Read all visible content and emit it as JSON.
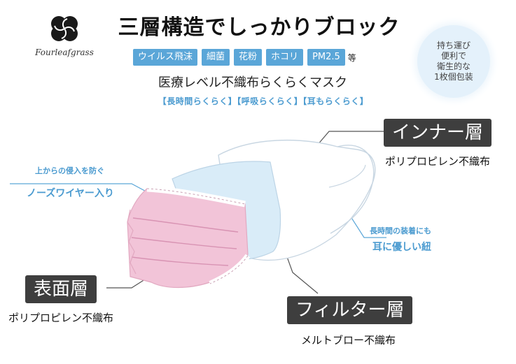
{
  "brand": {
    "name": "Fourleafgrass",
    "logo_icon": "four-leaf-clover-icon"
  },
  "header": {
    "title": "三層構造でしっかりブロック",
    "tags": [
      "ウイルス飛沫",
      "細菌",
      "花粉",
      "ホコリ",
      "PM2.5"
    ],
    "tags_suffix": "等",
    "subtitle": "医療レベル不織布らくらくマスク",
    "features": "【長時間らくらく】【呼吸らくらく】【耳もらくらく】"
  },
  "badge": {
    "lines": [
      "持ち運び",
      "便利で",
      "衛生的な",
      "1枚個包装"
    ]
  },
  "layers": {
    "inner": {
      "label": "インナー層",
      "material": "ポリプロピレン不織布"
    },
    "surface": {
      "label": "表面層",
      "material": "ポリプロピレン不織布"
    },
    "filter": {
      "label": "フィルター層",
      "material": "メルトブロー不織布"
    }
  },
  "callouts": {
    "nose": {
      "small": "上からの侵入を防ぐ",
      "big": "ノーズワイヤー入り"
    },
    "ear": {
      "small": "長時間の装着にも",
      "big": "耳に優しい紐"
    }
  },
  "colors": {
    "accent_blue": "#5aa6d8",
    "label_dark": "#3e3e3e",
    "surface_pink": "#f2c4d8",
    "filter_blue": "#d9ecf8",
    "inner_white": "#ffffff"
  }
}
